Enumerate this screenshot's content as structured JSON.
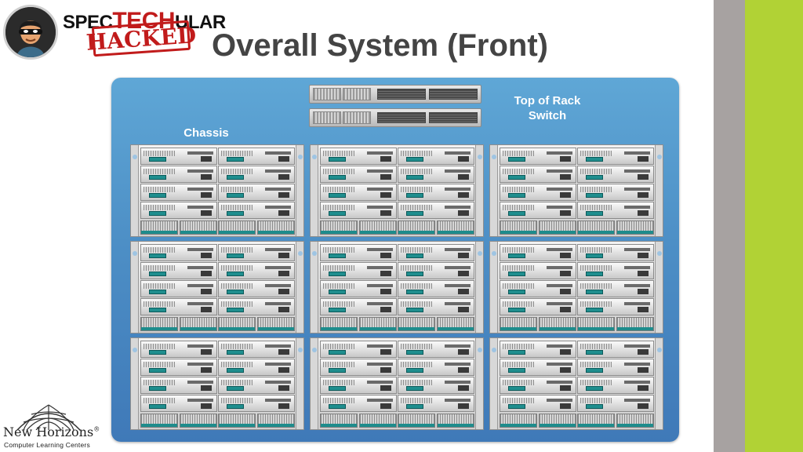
{
  "logo": {
    "brand_prefix": "SPEC",
    "brand_tech": "TECH",
    "brand_suffix": "ULAR",
    "stamp_text": "HACKED",
    "icon": "masked-hacker-icon"
  },
  "slide": {
    "title": "Overall System (Front)"
  },
  "diagram": {
    "switch_label": "Top of Rack Switch",
    "switch_label_line1": "Top of Rack",
    "switch_label_line2": "Switch",
    "chassis_label": "Chassis",
    "switch_count": 2,
    "chassis_grid": {
      "columns": 3,
      "rows": 3
    },
    "blades_per_chassis": 8,
    "colors": {
      "panel_top": "#5fa7d6",
      "panel_bottom": "#3f79b8",
      "blade_accent": "#1f8e8e"
    }
  },
  "footer": {
    "company_name": "New Horizons",
    "company_mark": "®",
    "tagline": "Computer Learning Centers",
    "icon": "globe-logo-icon"
  },
  "theme": {
    "sidebar_gray": "#a7a2a1",
    "sidebar_green": "#b1d235",
    "title_color": "#444444"
  }
}
